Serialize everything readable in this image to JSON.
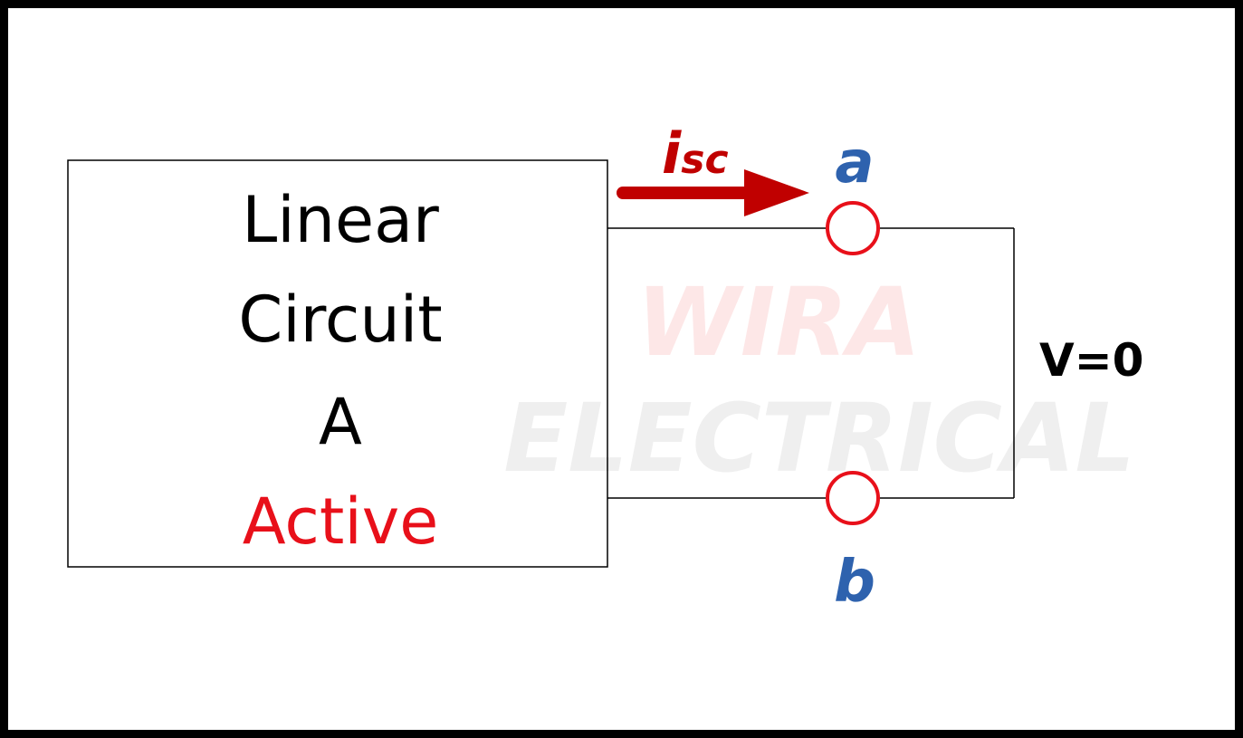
{
  "watermark": {
    "line1": "WIRA",
    "line2": "ELECTRICAL",
    "line1_color": "#fde7e7",
    "line2_color": "#efefef"
  },
  "circuit_box": {
    "line1": "Linear",
    "line2": "Circuit",
    "line3": "A",
    "line4": "Active",
    "text_color": "#000000",
    "active_color": "#e8101a"
  },
  "current": {
    "symbol": "i",
    "subscript": "sc",
    "color": "#c00000"
  },
  "terminals": {
    "a": "a",
    "b": "b",
    "label_color": "#2e62ae",
    "circle_color": "#e8101a"
  },
  "voltage": {
    "label": "V=0",
    "color": "#000000"
  }
}
